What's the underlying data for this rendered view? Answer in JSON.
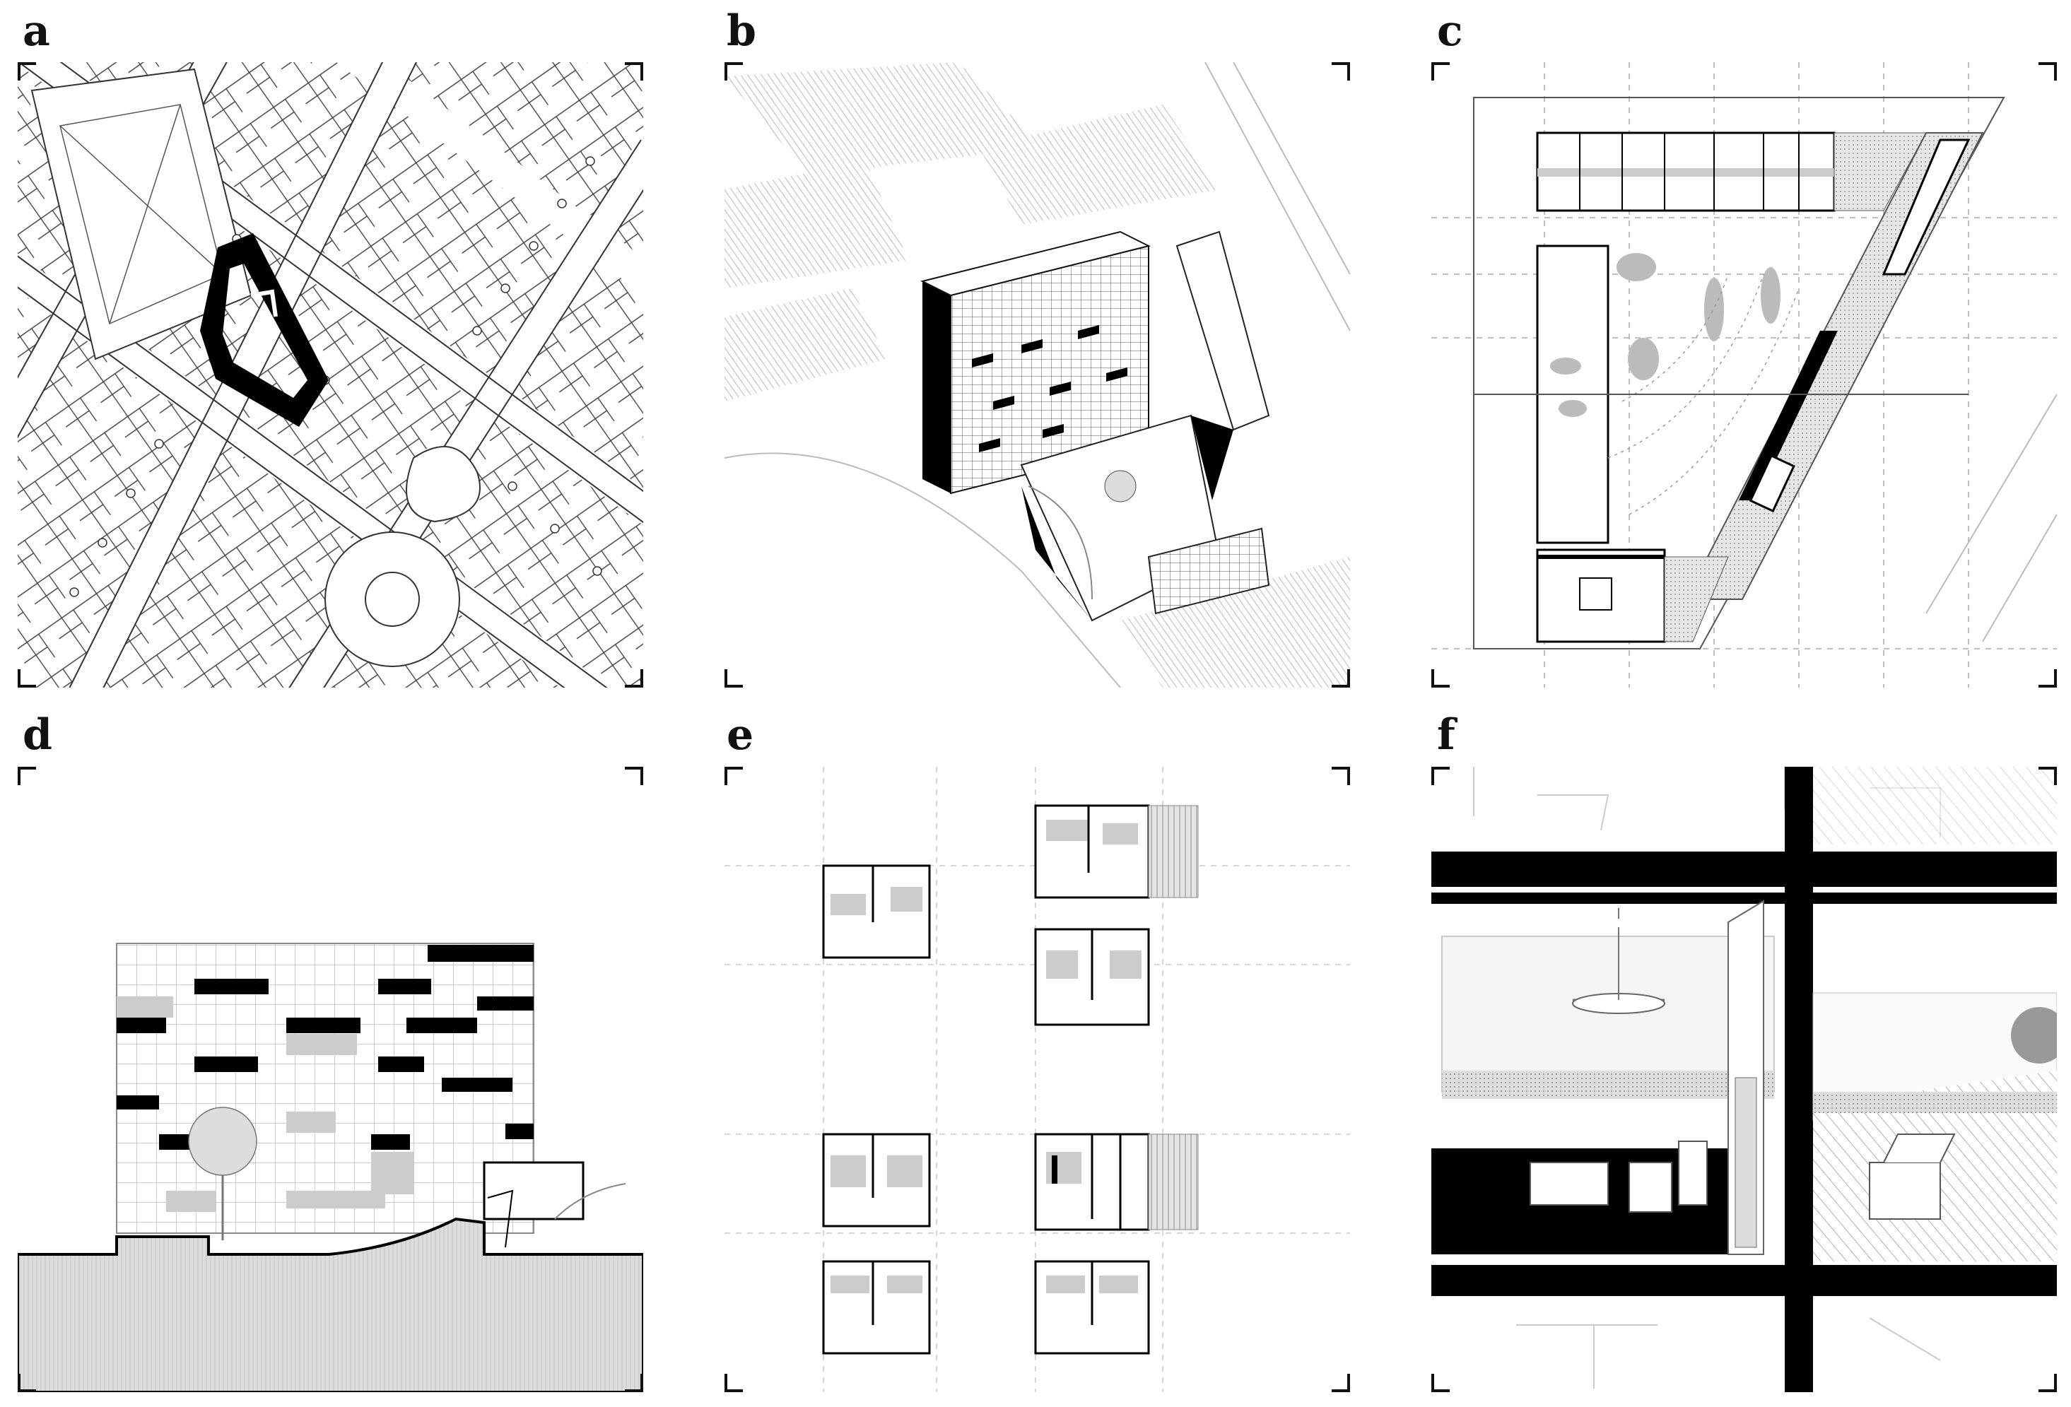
{
  "figure": {
    "panels": [
      {
        "label": "a"
      },
      {
        "label": "b"
      },
      {
        "label": "c"
      },
      {
        "label": "d"
      },
      {
        "label": "e"
      },
      {
        "label": "f"
      }
    ]
  },
  "colors": {
    "ink": "#111111",
    "line": "#333333",
    "light_line": "#bbbbbb",
    "gray_fill": "#c9c9c9",
    "mid_gray": "#9a9a9a",
    "paper": "#ffffff"
  }
}
